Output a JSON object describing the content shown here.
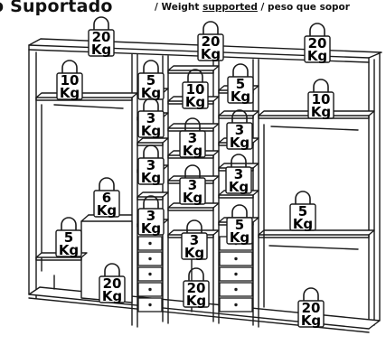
{
  "title": {
    "main": "o Suportado",
    "subtitle_prefix": "/ Weight ",
    "subtitle_underlined": "supported",
    "subtitle_suffix": " / peso que sopor"
  },
  "unit": "Kg",
  "weights": [
    {
      "id": "top-left",
      "value": "20"
    },
    {
      "id": "top-center",
      "value": "20"
    },
    {
      "id": "top-right",
      "value": "20"
    },
    {
      "id": "left-upper",
      "value": "10"
    },
    {
      "id": "left-drawer-top",
      "value": "6"
    },
    {
      "id": "left-lower-shelf",
      "value": "5"
    },
    {
      "id": "left-bottom",
      "value": "20"
    },
    {
      "id": "col1-shelf1",
      "value": "5"
    },
    {
      "id": "col1-shelf2",
      "value": "3"
    },
    {
      "id": "col1-shelf3",
      "value": "3"
    },
    {
      "id": "col1-shelf4",
      "value": "3"
    },
    {
      "id": "center-upper",
      "value": "10"
    },
    {
      "id": "center-shelf2",
      "value": "3"
    },
    {
      "id": "center-shelf3",
      "value": "3"
    },
    {
      "id": "center-shelf4",
      "value": "3"
    },
    {
      "id": "center-bottom",
      "value": "20"
    },
    {
      "id": "col3-shelf1",
      "value": "5"
    },
    {
      "id": "col3-shelf2",
      "value": "3"
    },
    {
      "id": "col3-shelf3",
      "value": "3"
    },
    {
      "id": "col3-shelf4",
      "value": "5"
    },
    {
      "id": "right-upper",
      "value": "10"
    },
    {
      "id": "right-middle",
      "value": "5"
    },
    {
      "id": "right-bottom",
      "value": "20"
    }
  ]
}
